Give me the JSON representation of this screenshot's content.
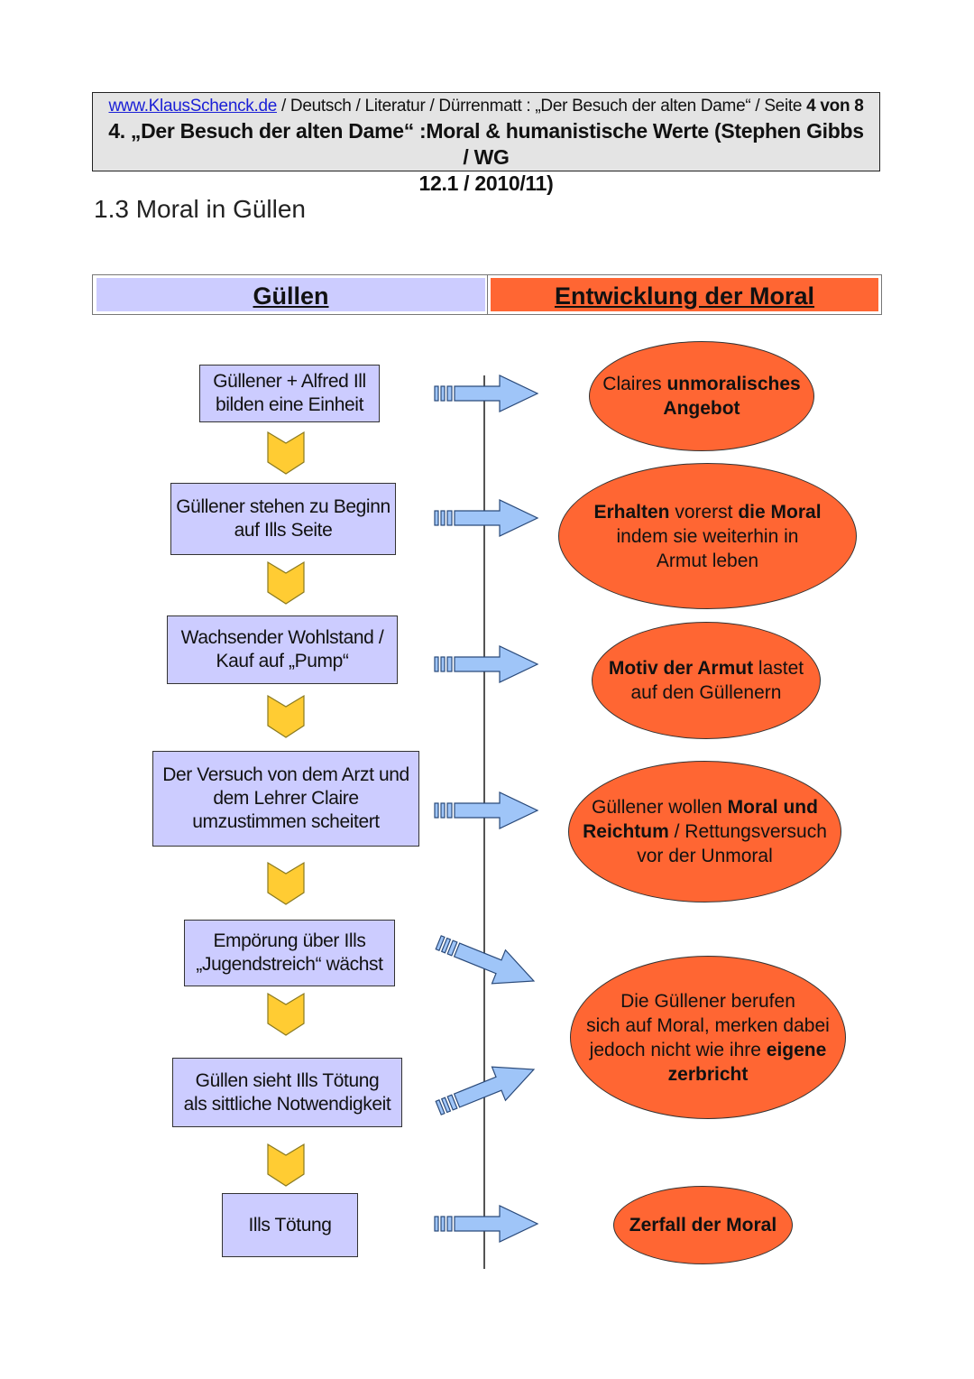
{
  "header": {
    "link_text": "www.KlausSchenck.de",
    "breadcrumb": " / Deutsch / Literatur / Dürrenmatt : „Der Besuch der alten Dame“ / Seite ",
    "page_current": "4",
    "page_of": " von ",
    "page_total": "8",
    "title_line1": "4. „Der Besuch der alten Dame“ :Moral & humanistische Werte  (Stephen Gibbs / WG",
    "title_line2": "12.1 / 2010/11)"
  },
  "section_title": "1.3 Moral in Güllen",
  "columns": {
    "left": "Güllen",
    "right": "Entwicklung der Moral"
  },
  "steps": [
    {
      "line1": "Güllener + Alfred Ill",
      "line2": "bilden eine Einheit",
      "line3": ""
    },
    {
      "line1": "Güllener stehen zu Beginn",
      "line2": "auf Ills Seite",
      "line3": ""
    },
    {
      "line1": "Wachsender Wohlstand /",
      "line2": "Kauf auf „Pump“",
      "line3": ""
    },
    {
      "line1": "Der Versuch von dem Arzt und",
      "line2": "dem Lehrer Claire",
      "line3": "umzustimmen scheitert"
    },
    {
      "line1": "Empörung über Ills",
      "line2": "„Jugendstreich“ wächst",
      "line3": ""
    },
    {
      "line1": "Güllen sieht Ills Tötung",
      "line2": "als sittliche Notwendigkeit",
      "line3": ""
    },
    {
      "line1": "Ills Tötung",
      "line2": "",
      "line3": ""
    }
  ],
  "outcomes": [
    {
      "t1": "Claires ",
      "b1": "unmoralisches",
      "b2": "Angebot"
    },
    {
      "b1": "Erhalten",
      "t1": " vorerst ",
      "b2": "die Moral",
      "t2": "indem sie weiterhin in",
      "t3": "Armut leben"
    },
    {
      "b1": "Motiv der Armut",
      "t1": " lastet",
      "t2": "auf den Güllenern"
    },
    {
      "t1": "Güllener wollen ",
      "b1": "Moral und",
      "b2": "Reichtum",
      "t2": " / Rettungsversuch",
      "t3": "vor der Unmoral"
    },
    {
      "t1": "Die Güllener berufen",
      "t2": "sich auf Moral, merken dabei",
      "t3": "jedoch nicht wie ihre ",
      "b1": "eigene",
      "b2": "zerbricht"
    },
    {
      "b1": "Zerfall der Moral"
    }
  ],
  "colors": {
    "step_fill": "#ccccff",
    "outcome_fill": "#ff6633",
    "chevron_fill": "#ffcc33",
    "arrow_fill": "#9fc5f8",
    "header_bg": "#e4e4e4",
    "link": "#1a1fd6"
  },
  "icons": [
    "chevron-down-icon",
    "block-arrow-right-icon"
  ]
}
